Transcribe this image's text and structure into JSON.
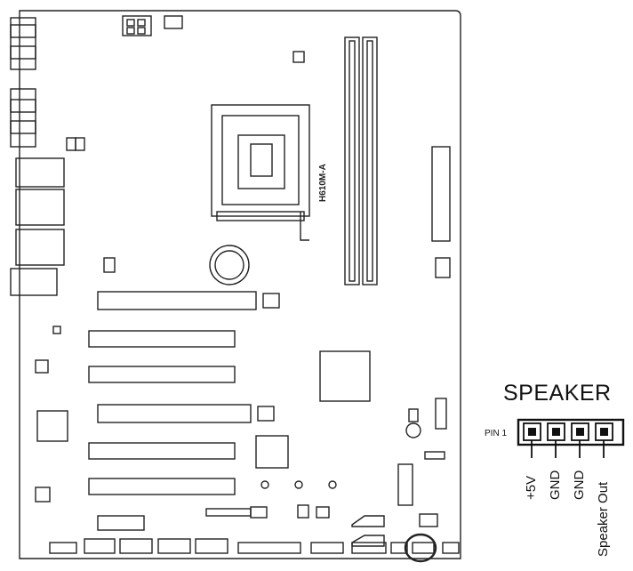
{
  "header": {
    "title": "SPEAKER"
  },
  "board": {
    "model": "H610M-A"
  },
  "connector": {
    "pin1_label": "PIN 1",
    "pins": [
      "+5V",
      "GND",
      "GND",
      "Speaker Out"
    ]
  }
}
